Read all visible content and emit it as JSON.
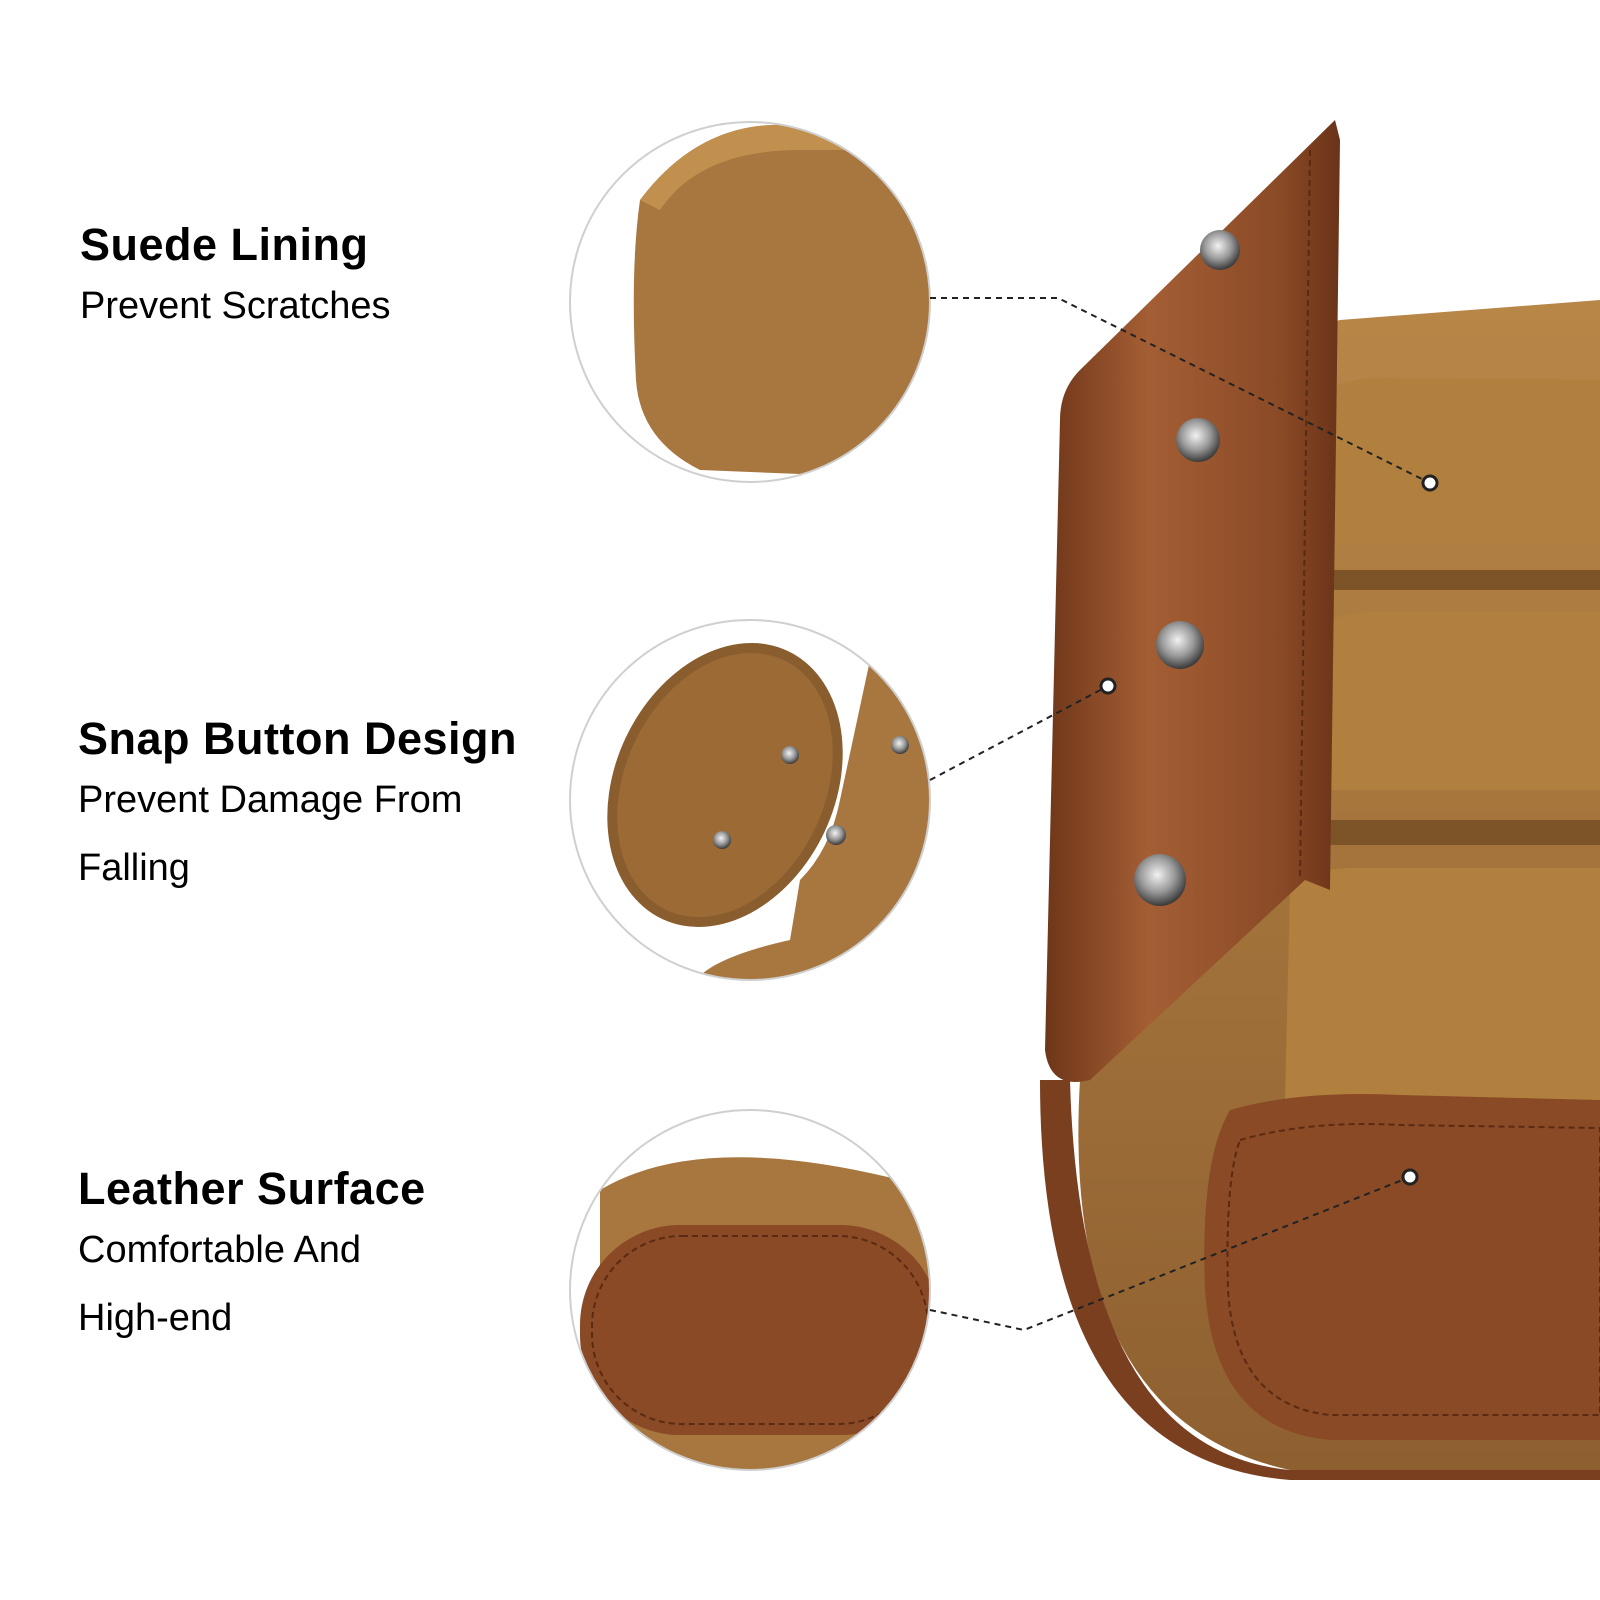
{
  "features": [
    {
      "title": "Suede Lining",
      "lines": [
        "Prevent Scratches"
      ]
    },
    {
      "title": "Snap Button Design",
      "lines": [
        "Prevent Damage From",
        "Falling"
      ]
    },
    {
      "title": "Leather Surface",
      "lines": [
        "Comfortable And",
        "High-end"
      ]
    }
  ],
  "colors": {
    "leather": "#8a4a26",
    "leather_light": "#a45e34",
    "suede": "#a8773f",
    "suede_dark": "#8b5f2e",
    "text": "#000000"
  }
}
